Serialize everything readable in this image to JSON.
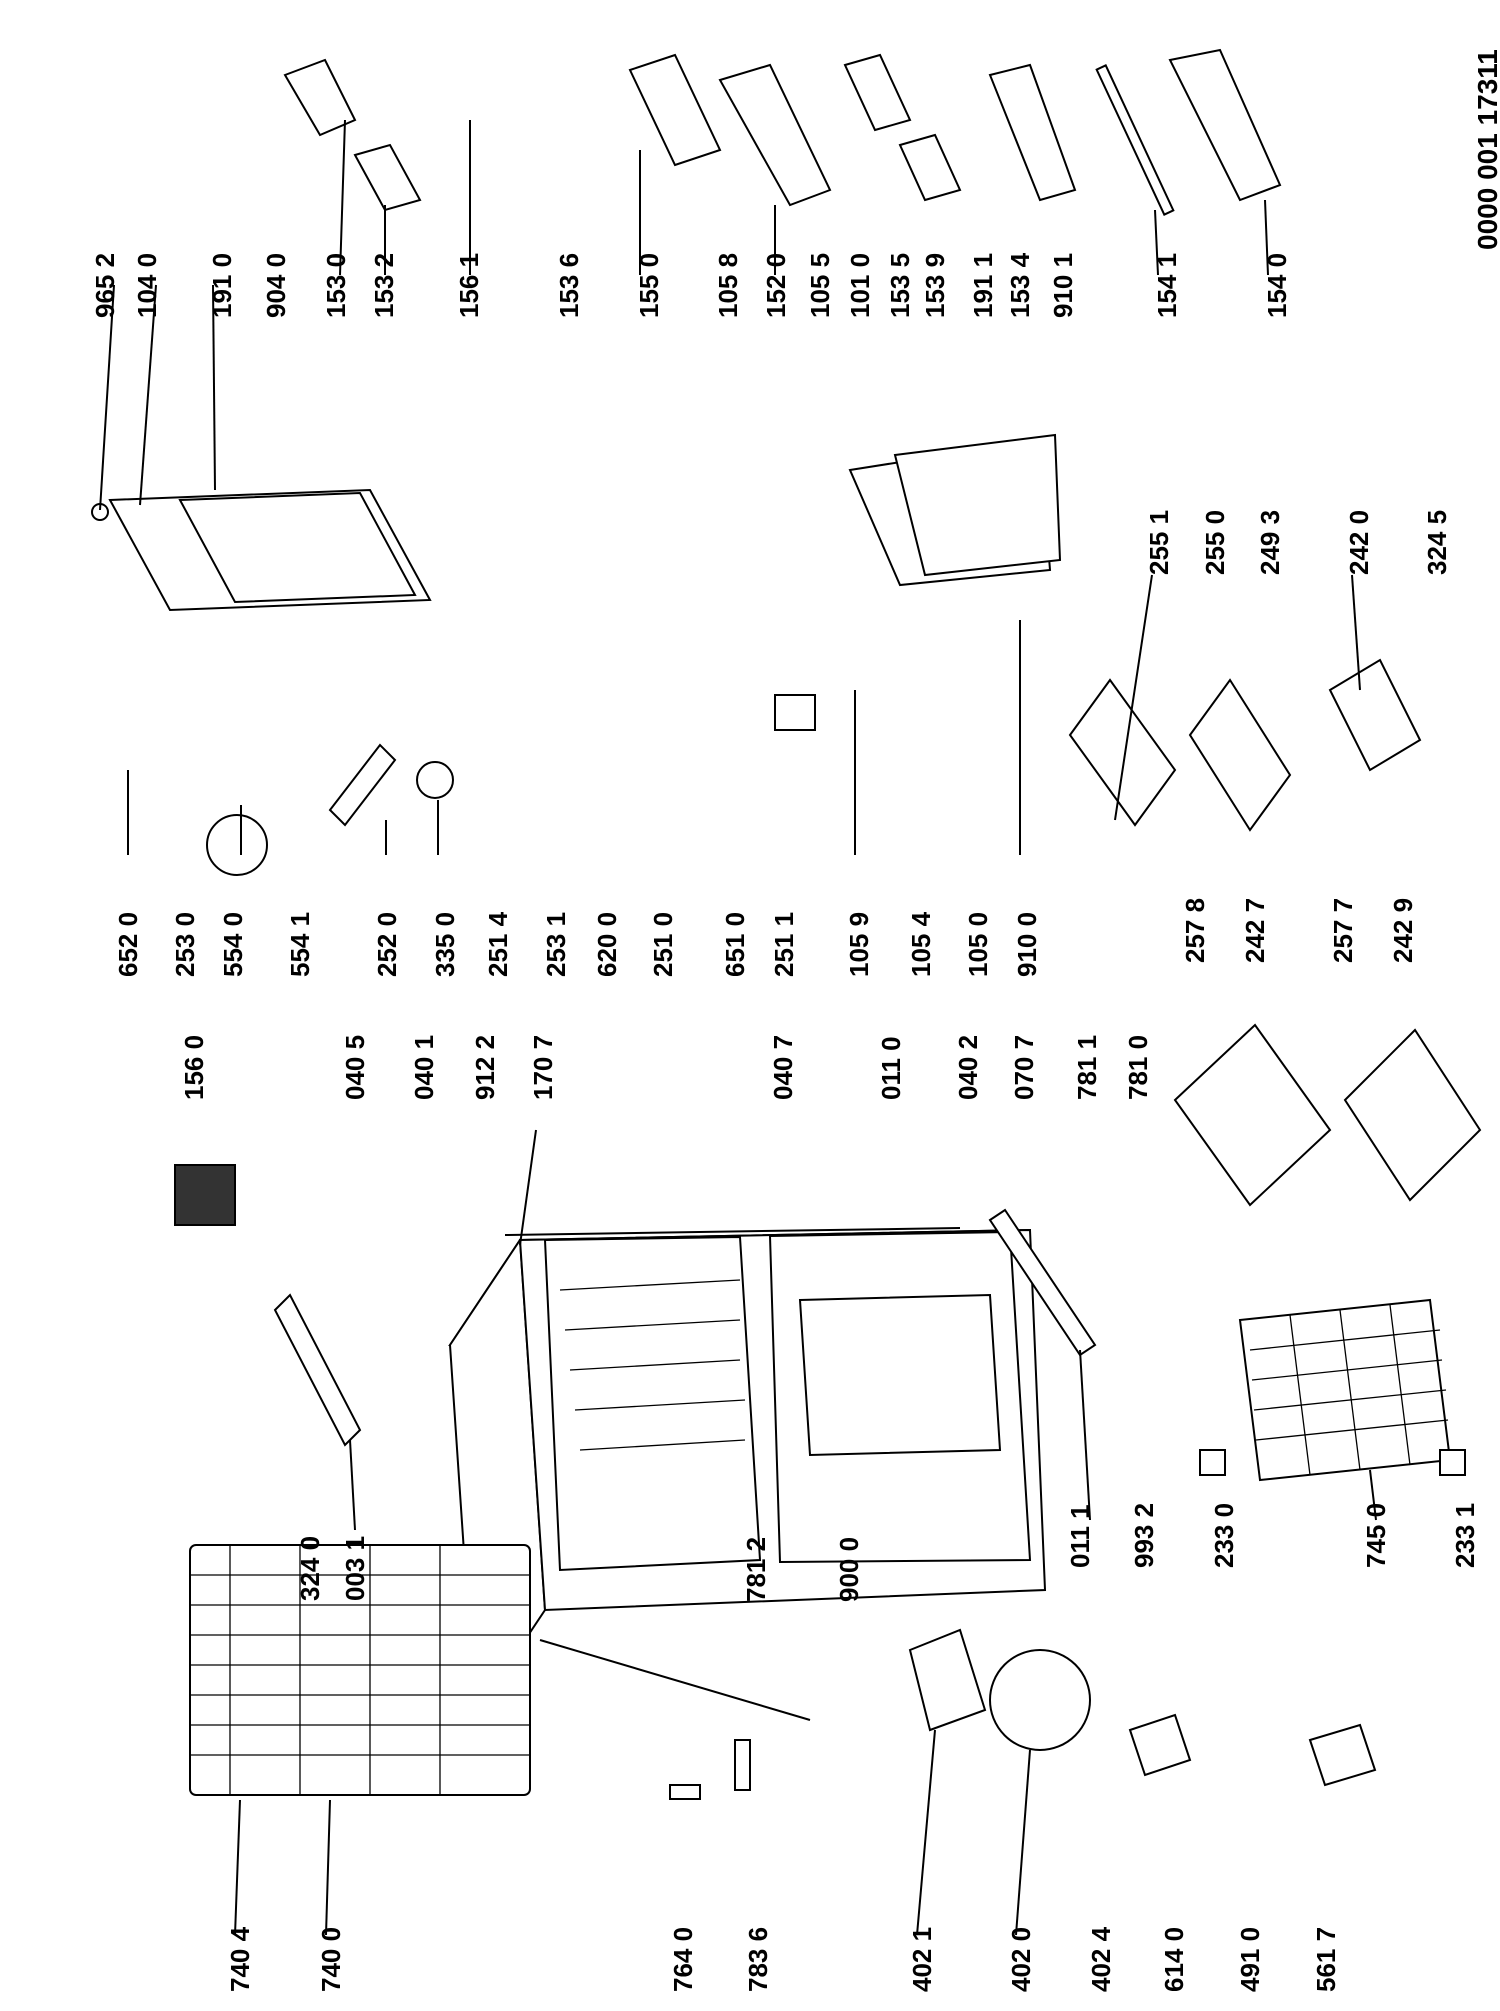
{
  "document_number": "0000 001 17311",
  "parts": [
    {
      "id": "p9652",
      "label": "965 2"
    },
    {
      "id": "p1040",
      "label": "104 0"
    },
    {
      "id": "p1910",
      "label": "191 0"
    },
    {
      "id": "p9040",
      "label": "904 0"
    },
    {
      "id": "p1530",
      "label": "153 0"
    },
    {
      "id": "p1532",
      "label": "153 2"
    },
    {
      "id": "p1561",
      "label": "156 1"
    },
    {
      "id": "p1536",
      "label": "153 6"
    },
    {
      "id": "p1550",
      "label": "155 0"
    },
    {
      "id": "p1058",
      "label": "105 8"
    },
    {
      "id": "p1520",
      "label": "152 0"
    },
    {
      "id": "p1055",
      "label": "105 5"
    },
    {
      "id": "p1010",
      "label": "101 0"
    },
    {
      "id": "p1535",
      "label": "153 5"
    },
    {
      "id": "p1539",
      "label": "153 9"
    },
    {
      "id": "p1911",
      "label": "191 1"
    },
    {
      "id": "p1534",
      "label": "153 4"
    },
    {
      "id": "p9101",
      "label": "910 1"
    },
    {
      "id": "p1541",
      "label": "154 1"
    },
    {
      "id": "p1540",
      "label": "154 0"
    },
    {
      "id": "p6520",
      "label": "652 0"
    },
    {
      "id": "p2530",
      "label": "253 0"
    },
    {
      "id": "p5540",
      "label": "554 0"
    },
    {
      "id": "p5541",
      "label": "554 1"
    },
    {
      "id": "p2520",
      "label": "252 0"
    },
    {
      "id": "p3350",
      "label": "335 0"
    },
    {
      "id": "p2514",
      "label": "251 4"
    },
    {
      "id": "p2531",
      "label": "253 1"
    },
    {
      "id": "p6200",
      "label": "620 0"
    },
    {
      "id": "p2510",
      "label": "251 0"
    },
    {
      "id": "p6510",
      "label": "651 0"
    },
    {
      "id": "p2511",
      "label": "251 1"
    },
    {
      "id": "p1059",
      "label": "105 9"
    },
    {
      "id": "p1054",
      "label": "105 4"
    },
    {
      "id": "p1050",
      "label": "105 0"
    },
    {
      "id": "p9100",
      "label": "910 0"
    },
    {
      "id": "p2551",
      "label": "255 1"
    },
    {
      "id": "p2550",
      "label": "255 0"
    },
    {
      "id": "p2493",
      "label": "249 3"
    },
    {
      "id": "p2420",
      "label": "242 0"
    },
    {
      "id": "p3245",
      "label": "324 5"
    },
    {
      "id": "p1560",
      "label": "156 0"
    },
    {
      "id": "p0405",
      "label": "040 5"
    },
    {
      "id": "p0401",
      "label": "040 1"
    },
    {
      "id": "p9122",
      "label": "912 2"
    },
    {
      "id": "p1707",
      "label": "170 7"
    },
    {
      "id": "p0407",
      "label": "040 7"
    },
    {
      "id": "p0110",
      "label": "011 0"
    },
    {
      "id": "p0402",
      "label": "040 2"
    },
    {
      "id": "p0707",
      "label": "070 7"
    },
    {
      "id": "p7811",
      "label": "781 1"
    },
    {
      "id": "p7810",
      "label": "781 0"
    },
    {
      "id": "p2578",
      "label": "257 8"
    },
    {
      "id": "p2427",
      "label": "242 7"
    },
    {
      "id": "p2577",
      "label": "257 7"
    },
    {
      "id": "p2429",
      "label": "242 9"
    },
    {
      "id": "p3240",
      "label": "324 0"
    },
    {
      "id": "p0031",
      "label": "003 1"
    },
    {
      "id": "p0111",
      "label": "011 1"
    },
    {
      "id": "p9932",
      "label": "993 2"
    },
    {
      "id": "p2330",
      "label": "233 0"
    },
    {
      "id": "p7450",
      "label": "745 0"
    },
    {
      "id": "p2331",
      "label": "233 1"
    },
    {
      "id": "p7812",
      "label": "781 2"
    },
    {
      "id": "p9000",
      "label": "900 0"
    },
    {
      "id": "p7404",
      "label": "740 4"
    },
    {
      "id": "p7400",
      "label": "740 0"
    },
    {
      "id": "p7640",
      "label": "764 0"
    },
    {
      "id": "p7836",
      "label": "783 6"
    },
    {
      "id": "p4021",
      "label": "402 1"
    },
    {
      "id": "p4020",
      "label": "402 0"
    },
    {
      "id": "p4024",
      "label": "402 4"
    },
    {
      "id": "p6140",
      "label": "614 0"
    },
    {
      "id": "p4910",
      "label": "491 0"
    },
    {
      "id": "p5617",
      "label": "561 7"
    }
  ]
}
